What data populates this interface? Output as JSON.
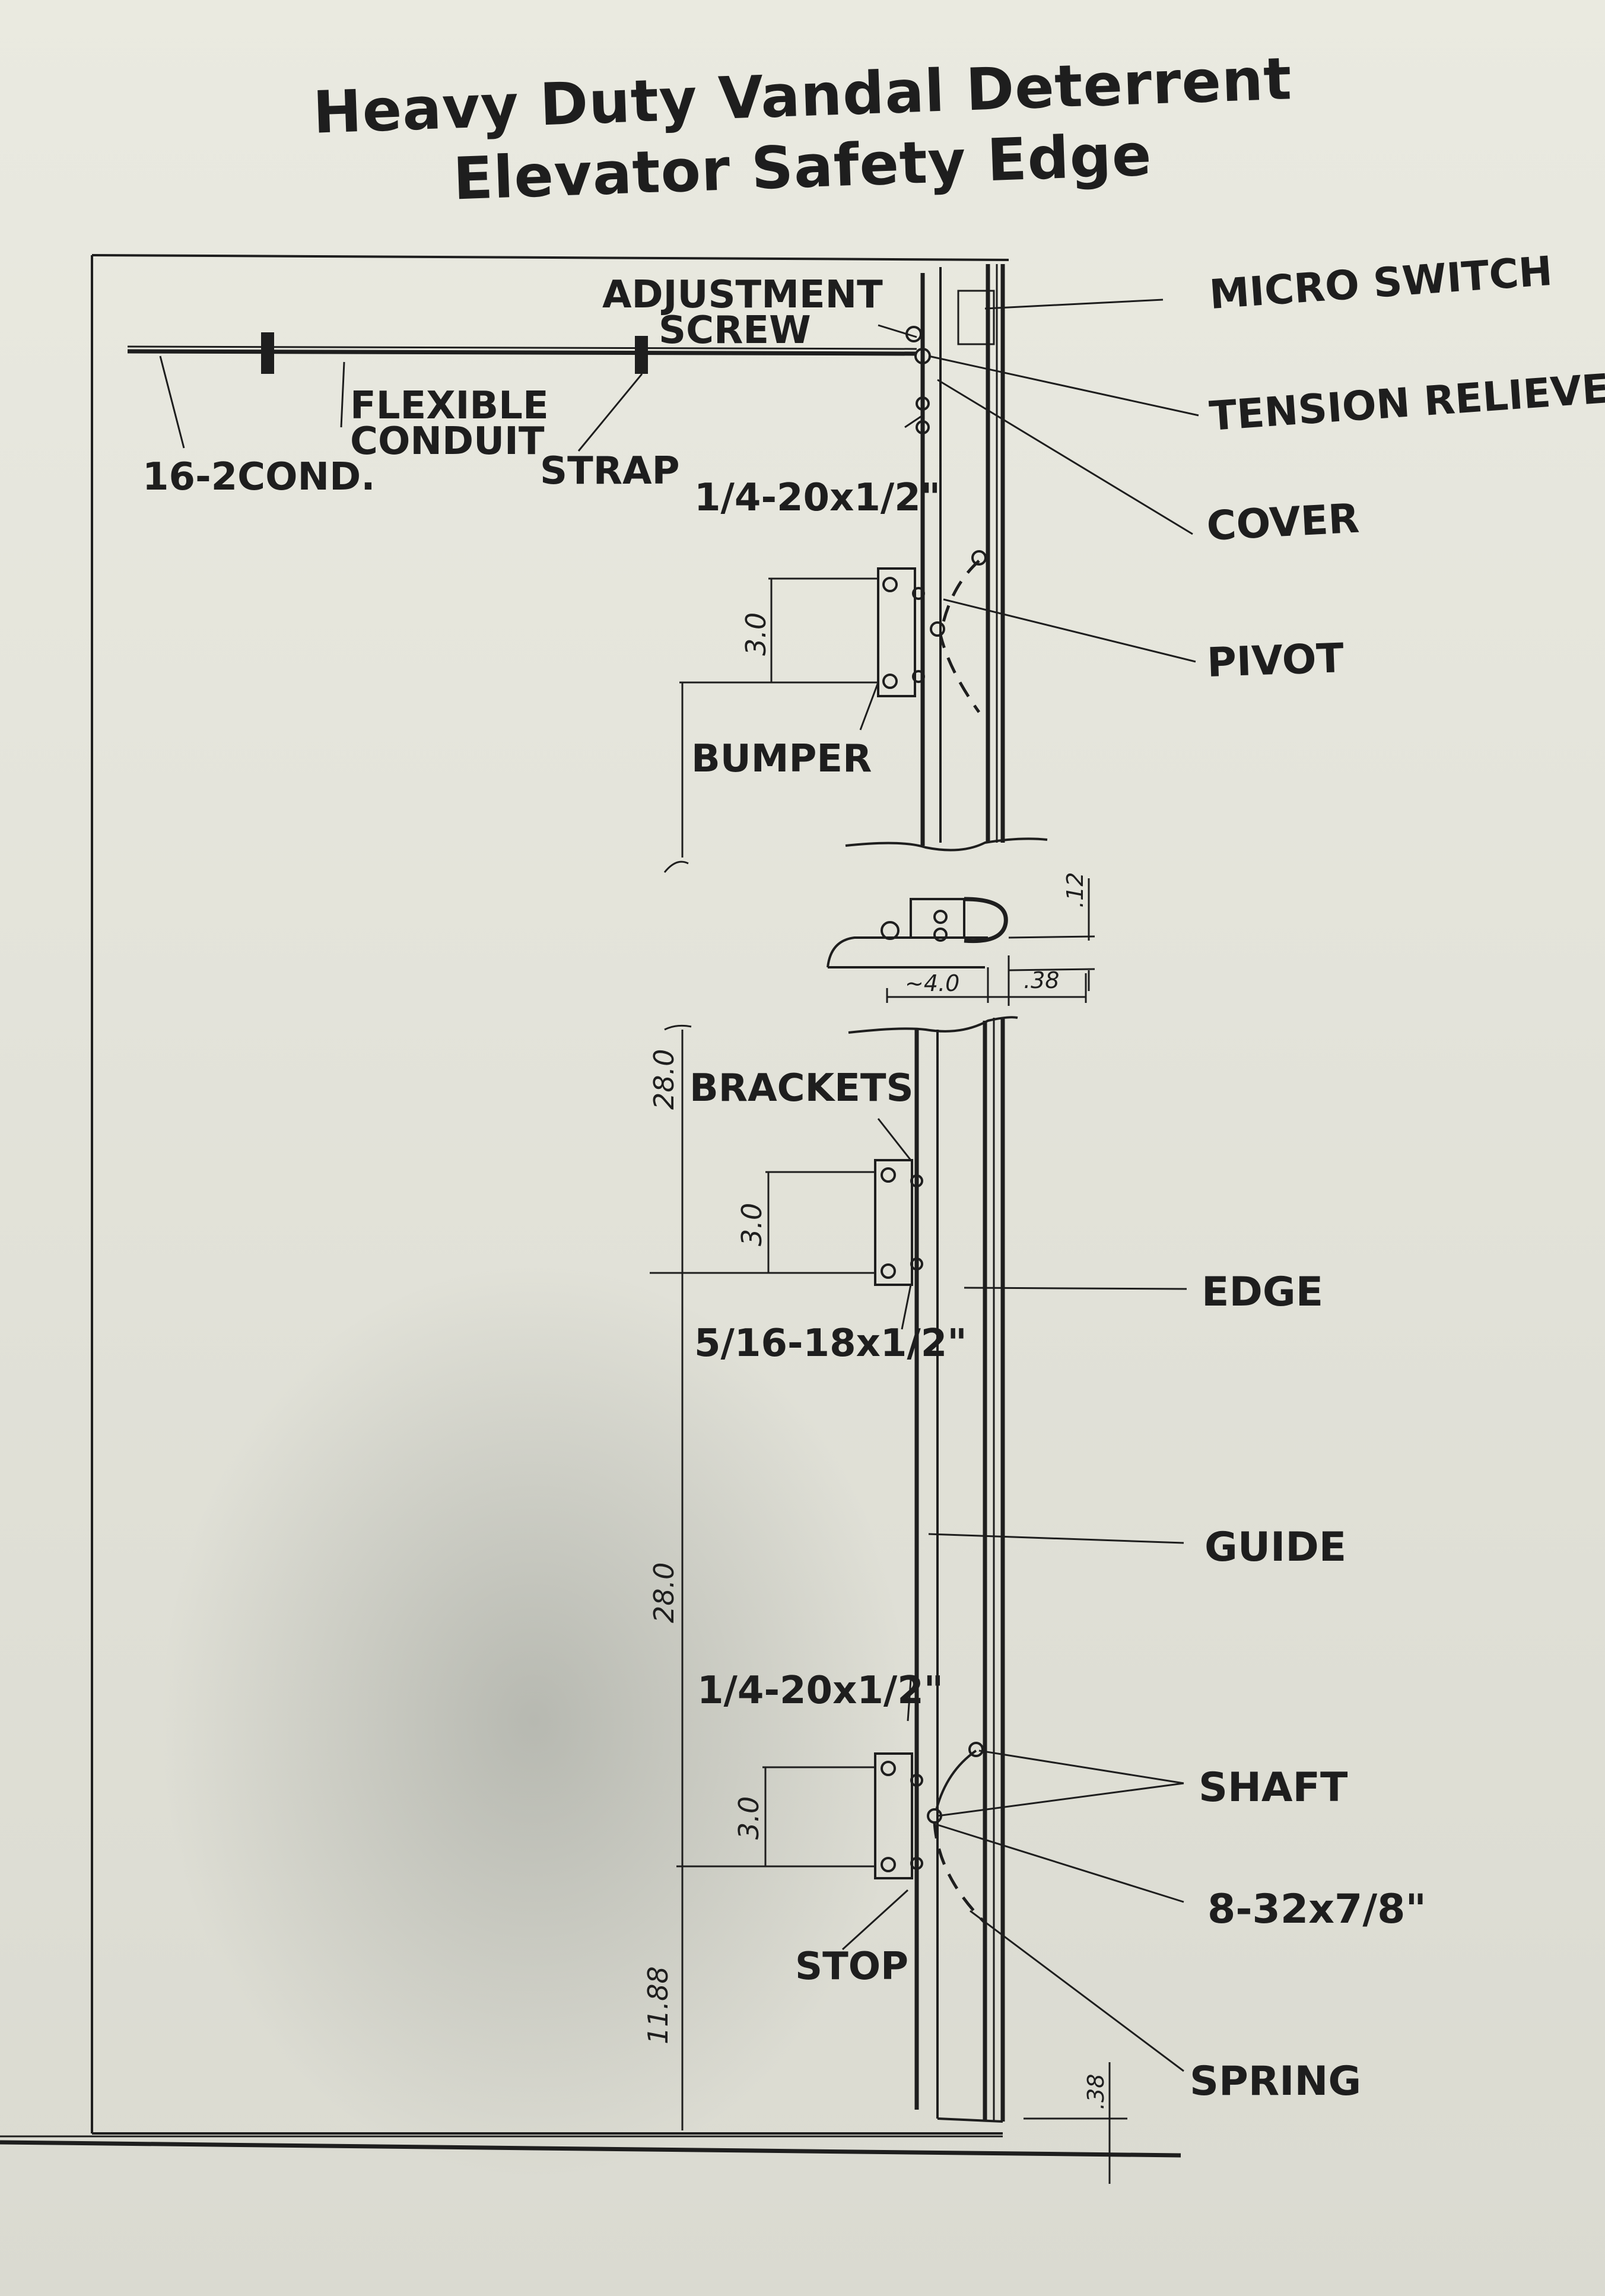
{
  "title": {
    "line1": "Heavy Duty Vandal Deterrent",
    "line2": "Elevator Safety Edge"
  },
  "labels": {
    "adjustment_screw_1": "ADJUSTMENT",
    "adjustment_screw_2": "SCREW",
    "micro_switch": "MICRO SWITCH",
    "tension_relieve": "TENSION RELIEVE",
    "cover": "COVER",
    "pivot": "PIVOT",
    "flexible_conduit_1": "FLEXIBLE",
    "flexible_conduit_2": "CONDUIT",
    "cond": "16-2COND.",
    "strap": "STRAP",
    "screw_top": "1/4-20x1/2\"",
    "bumper": "BUMPER",
    "brackets": "BRACKETS",
    "screw_mid": "5/16-18x1/2\"",
    "edge": "EDGE",
    "guide": "GUIDE",
    "screw_low": "1/4-20x1/2\"",
    "shaft": "SHAFT",
    "screw_shaft": "8-32x7/8\"",
    "stop": "STOP",
    "spring": "SPRING"
  },
  "dimensions": {
    "bumper_spacing": "3.0",
    "bracket_spacing": "3.0",
    "stop_spacing": "3.0",
    "upper_run": "28.0",
    "lower_run": "28.0",
    "bottom_run": "11.88",
    "section_width": "~4.0",
    "section_gap": ".38",
    "section_depth": ".12",
    "floor_gap": ".38"
  }
}
